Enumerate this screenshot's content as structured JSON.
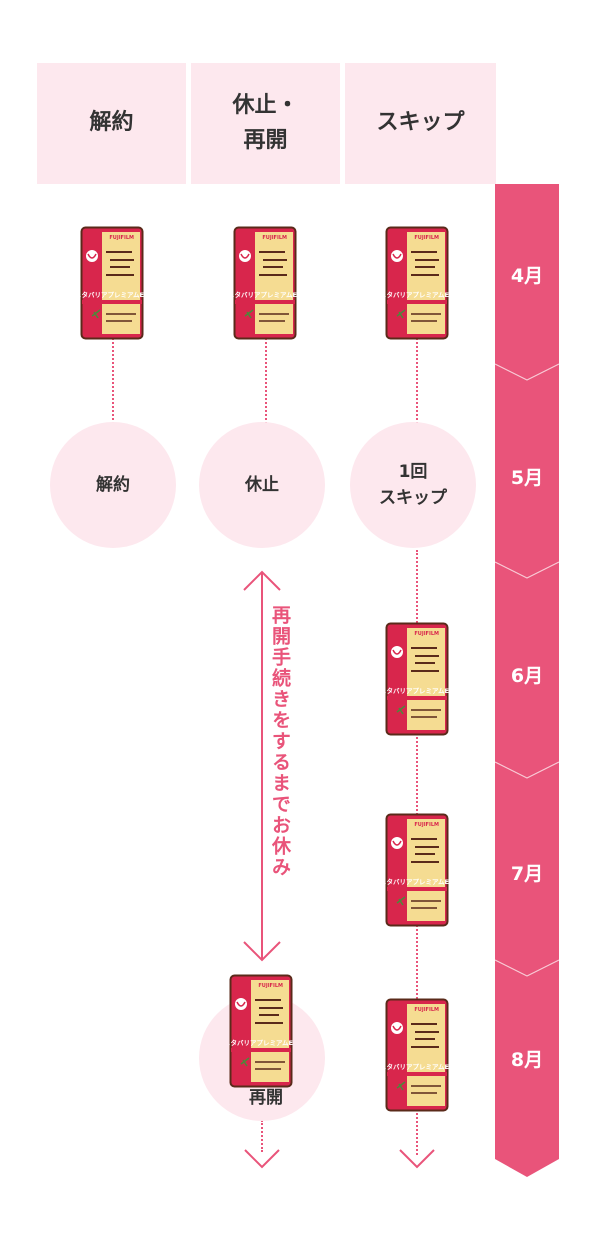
{
  "headers": {
    "cancel": "解約",
    "pause_line1": "休止・",
    "pause_line2": "再開",
    "skip": "スキップ"
  },
  "months": [
    "4月",
    "5月",
    "6月",
    "7月",
    "8月"
  ],
  "circles": {
    "cancel": "解約",
    "pause": "休止",
    "skip_line1": "1回",
    "skip_line2": "スキップ"
  },
  "pause_note": "再開手続きをするまでお休み",
  "reopen_label": "再開",
  "package": {
    "brand": "FUJIFILM",
    "product": "メタバリアプレミアムEX"
  },
  "colors": {
    "accent": "#e9547a",
    "header_bg": "#fde8ee",
    "circle_bg": "#fde8ee",
    "pkg_red": "#d8264c",
    "pkg_cream": "#f5dc92"
  }
}
